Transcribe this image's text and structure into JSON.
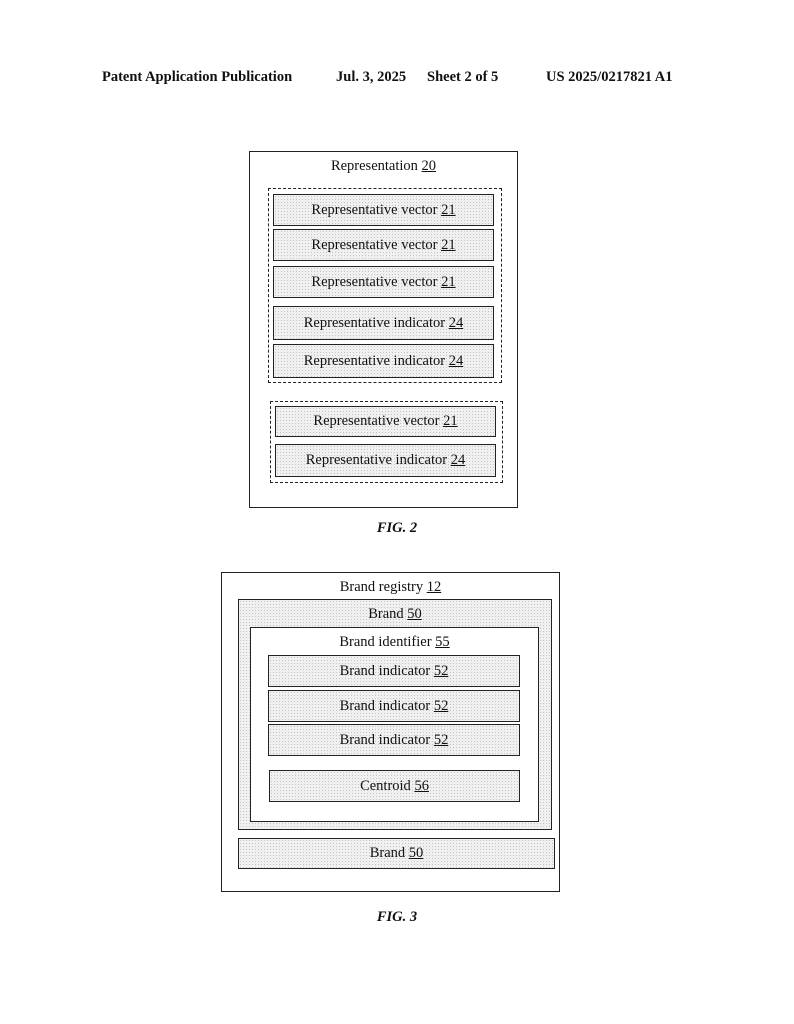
{
  "header": {
    "publication": "Patent Application Publication",
    "date": "Jul. 3, 2025",
    "sheet": "Sheet 2 of 5",
    "number": "US 2025/0217821 A1"
  },
  "fig2": {
    "title": "Representation",
    "title_ref": "20",
    "group1": [
      {
        "label": "Representative vector",
        "ref": "21"
      },
      {
        "label": "Representative vector",
        "ref": "21"
      },
      {
        "label": "Representative vector",
        "ref": "21"
      },
      {
        "label": "Representative indicator",
        "ref": "24"
      },
      {
        "label": "Representative indicator",
        "ref": "24"
      }
    ],
    "group2": [
      {
        "label": "Representative vector",
        "ref": "21"
      },
      {
        "label": "Representative indicator",
        "ref": "24"
      }
    ],
    "caption": "FIG. 2"
  },
  "fig3": {
    "title": "Brand registry",
    "title_ref": "12",
    "brand1": {
      "label": "Brand",
      "ref": "50"
    },
    "identifier": {
      "label": "Brand identifier",
      "ref": "55"
    },
    "items": [
      {
        "label": "Brand indicator",
        "ref": "52"
      },
      {
        "label": "Brand indicator",
        "ref": "52"
      },
      {
        "label": "Brand indicator",
        "ref": "52"
      },
      {
        "label": "Centroid",
        "ref": "56"
      }
    ],
    "brand2": {
      "label": "Brand",
      "ref": "50"
    },
    "caption": "FIG. 3"
  }
}
